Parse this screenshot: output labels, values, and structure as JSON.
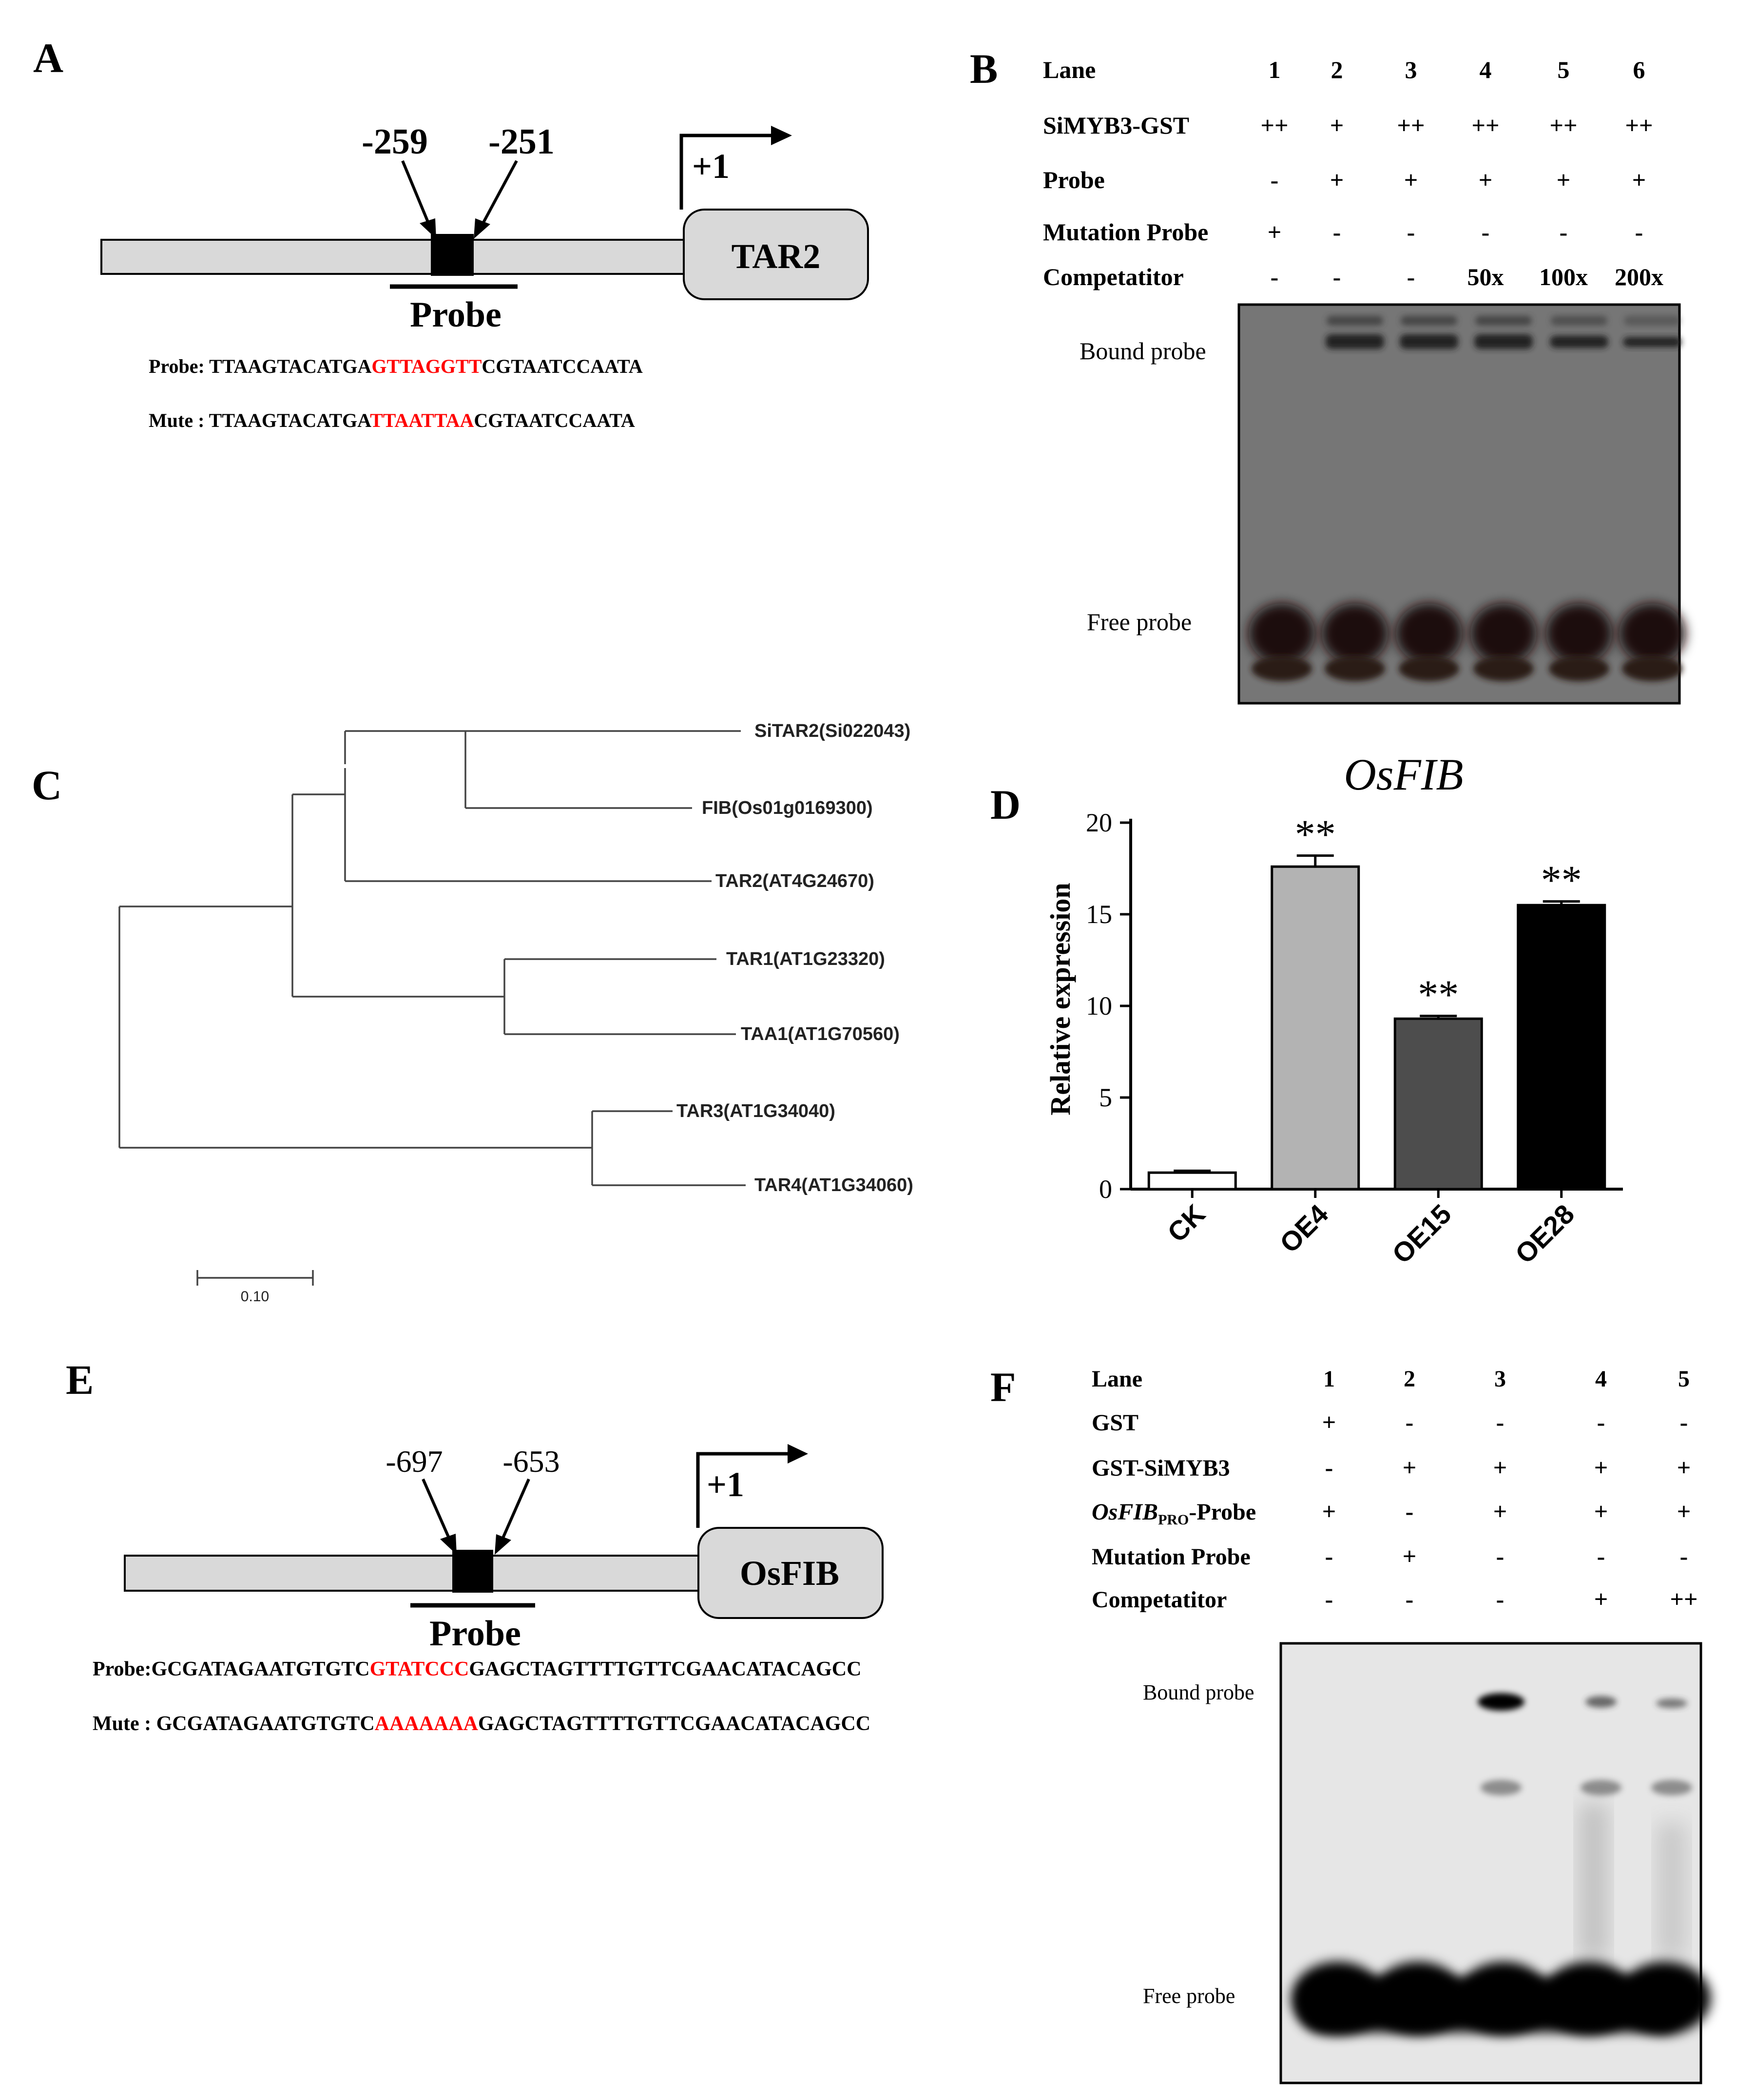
{
  "panelA": {
    "label": "A",
    "pos_left": "-259",
    "pos_right": "-251",
    "tss": "+1",
    "gene": "TAR2",
    "probe_label": "Probe",
    "probe_prefix": "Probe: TTAAGTACATGA",
    "probe_motif": "GTTAGGTT",
    "probe_suffix": "CGTAATCCAATA",
    "mute_prefix": "Mute : TTAAGTACATGA",
    "mute_motif": "TTAATTAA",
    "mute_suffix": "CGTAATCCAATA"
  },
  "panelB": {
    "label": "B",
    "row_labels": [
      "Lane",
      "SiMYB3-GST",
      "Probe",
      "Mutation Probe",
      "Competatitor"
    ],
    "lanes": [
      "1",
      "2",
      "3",
      "4",
      "5",
      "6"
    ],
    "rows": [
      [
        "++",
        "+",
        "++",
        "++",
        "++",
        "++"
      ],
      [
        "-",
        "+",
        "+",
        "+",
        "+",
        "+"
      ],
      [
        "+",
        "-",
        "-",
        "-",
        "-",
        "-"
      ],
      [
        "-",
        "-",
        "-",
        "50x",
        "100x",
        "200x"
      ]
    ],
    "bound_label": "Bound probe",
    "free_label": "Free probe"
  },
  "panelC": {
    "label": "C",
    "leaves": [
      "SiTAR2(Si022043)",
      "FIB(Os01g0169300)",
      "TAR2(AT4G24670)",
      "TAR1(AT1G23320)",
      "TAA1(AT1G70560)",
      "TAR3(AT1G34040)",
      "TAR4(AT1G34060)"
    ],
    "scale": "0.10"
  },
  "panelD": {
    "label": "D",
    "chart_data": {
      "type": "bar",
      "title": "OsFIB",
      "ylabel": "Relative expression",
      "xlabel": "",
      "categories": [
        "CK",
        "OE4",
        "OE15",
        "OE28"
      ],
      "values": [
        0.9,
        17.6,
        9.3,
        15.5
      ],
      "errors": [
        0.1,
        0.6,
        0.15,
        0.2
      ],
      "significance": [
        "",
        "**",
        "**",
        "**"
      ],
      "yticks": [
        "0",
        "5",
        "10",
        "15",
        "20"
      ],
      "ylim": [
        0,
        20
      ],
      "colors": [
        "#ffffff",
        "#b3b3b3",
        "#4d4d4d",
        "#000000"
      ]
    }
  },
  "panelE": {
    "label": "E",
    "pos_left": "-697",
    "pos_right": "-653",
    "tss": "+1",
    "gene": "OsFIB",
    "probe_label": "Probe",
    "probe_prefix": "Probe:GCGATAGAATGTGTC",
    "probe_motif": "GTATCCC",
    "probe_suffix": "GAGCTAGTTTTGTTCGAACATACAGCC",
    "mute_prefix": "Mute : GCGATAGAATGTGTC",
    "mute_motif": "AAAAAAA",
    "mute_suffix": "GAGCTAGTTTTGTTCGAACATACAGCC"
  },
  "panelF": {
    "label": "F",
    "row_label_lane": "Lane",
    "row_label_gst": "GST",
    "row_label_gstsimyb3": "GST-SiMYB3",
    "row_label_probe_italic": "OsFIB",
    "row_label_probe_sub": "PRO",
    "row_label_probe_rest": "-Probe",
    "row_label_mut": "Mutation Probe",
    "row_label_comp": "Competatitor",
    "lanes": [
      "1",
      "2",
      "3",
      "4",
      "5"
    ],
    "rows": [
      [
        "+",
        "-",
        "-",
        "-",
        "-"
      ],
      [
        "-",
        "+",
        "+",
        "+",
        "+"
      ],
      [
        "+",
        "-",
        "+",
        "+",
        "+"
      ],
      [
        "-",
        "+",
        "-",
        "-",
        "-"
      ],
      [
        "-",
        "-",
        "-",
        "+",
        "++"
      ]
    ],
    "bound_label": "Bound probe",
    "free_label": "Free probe"
  },
  "colors": {
    "motif": "#ff0000",
    "promoter_fill": "#d9d9d9",
    "gel_dark": "#1a0c0a"
  }
}
